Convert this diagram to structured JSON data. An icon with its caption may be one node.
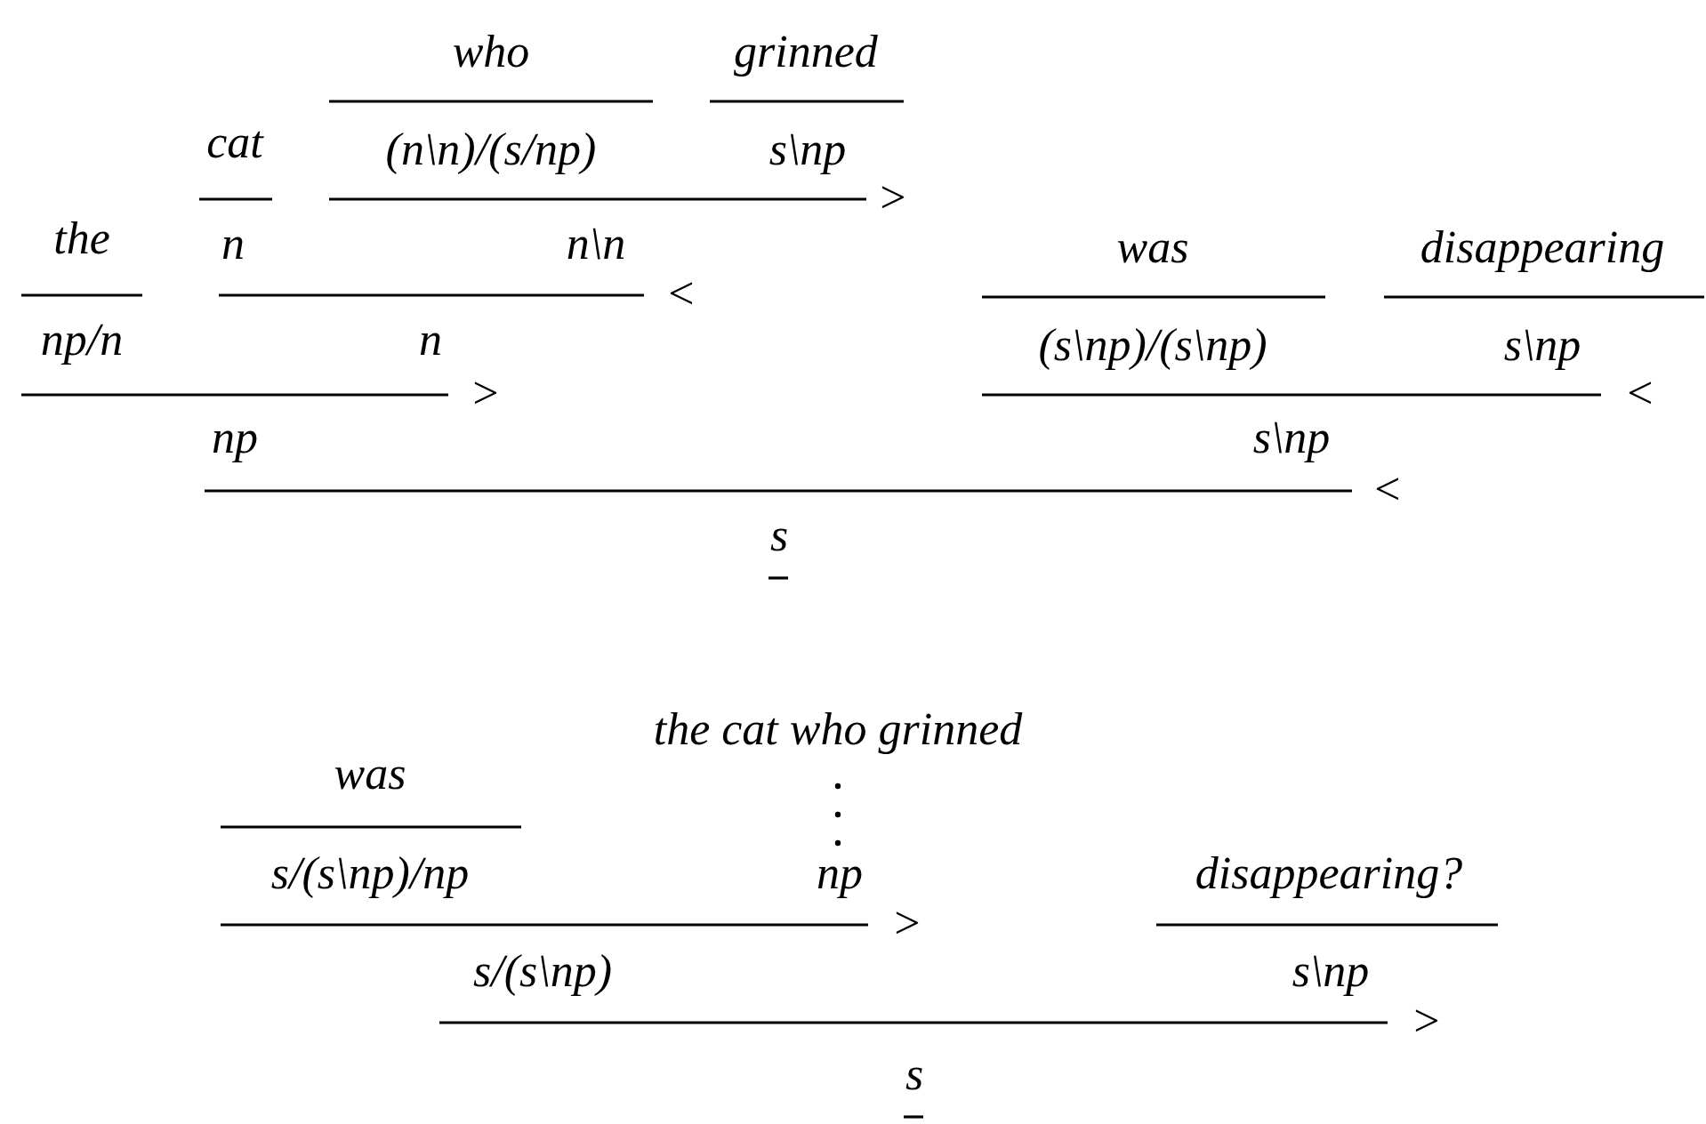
{
  "diagram": {
    "labels": [
      "who",
      "grinned",
      "cat",
      "(n\\n)/(s/np)",
      "s\\np",
      ">",
      "the",
      "n",
      "n\\n",
      "<",
      "was",
      "disappearing",
      "np/n",
      "n",
      ">",
      "(s\\np)/(s\\np)",
      "s\\np",
      "<",
      "np",
      "s\\np",
      "<",
      "s",
      "the cat who grinned",
      "was",
      "s/(s\\np)/np",
      "np",
      ">",
      "disappearing?",
      "s/(s\\np)",
      "s\\np",
      ">",
      "s"
    ]
  }
}
